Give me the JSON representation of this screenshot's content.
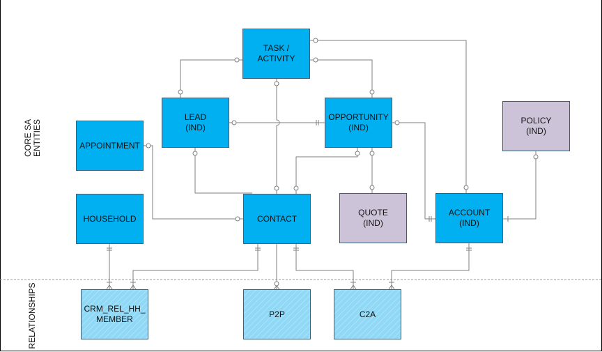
{
  "sections": {
    "core": "CORE SA\nENTITIES",
    "relationships": "RELATIONSHIPS"
  },
  "entities": {
    "task": "TASK /\nACTIVITY",
    "lead": "LEAD\n(IND)",
    "opportunity": "OPPORTUNITY\n(IND)",
    "policy": "POLICY\n(IND)",
    "appointment": "APPOINTMENT",
    "household": "HOUSEHOLD",
    "contact": "CONTACT",
    "quote": "QUOTE\n(IND)",
    "account": "ACCOUNT\n(IND)",
    "crm_rel_hh_member": "CRM_REL_HH_\nMEMBER",
    "p2p": "P2P",
    "c2a": "C2A"
  },
  "colors": {
    "core_entity": "#00b0f0",
    "industry_entity": "#cdc3d9",
    "relationship_entity": "#8fd8f6",
    "connector": "#808080"
  }
}
